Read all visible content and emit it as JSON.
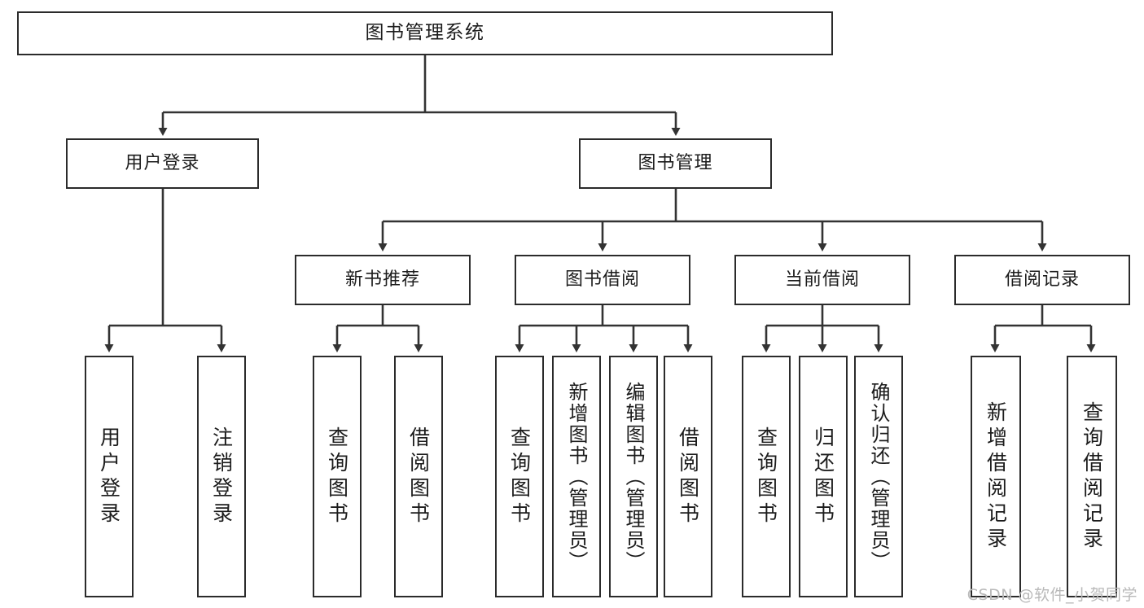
{
  "diagram": {
    "title": "图书管理系统",
    "type": "tree",
    "watermark": "CSDN @软件_小贺同学",
    "colors": {
      "box_border": "#2b2b2b",
      "box_fill": "#ffffff",
      "connector": "#333333",
      "text": "#1c1c1c",
      "watermark": "#b9b9b9"
    },
    "nodes": {
      "root": {
        "label": "图书管理系统",
        "level": 0
      },
      "level1": [
        {
          "label": "用户登录",
          "level": 1
        },
        {
          "label": "图书管理",
          "level": 1
        }
      ],
      "level2": [
        {
          "label": "新书推荐",
          "level": 2,
          "parent": "图书管理"
        },
        {
          "label": "图书借阅",
          "level": 2,
          "parent": "图书管理"
        },
        {
          "label": "当前借阅",
          "level": 2,
          "parent": "图书管理"
        },
        {
          "label": "借阅记录",
          "level": 2,
          "parent": "图书管理"
        }
      ],
      "leaves": {
        "user_login": [
          {
            "label": "用户登录"
          },
          {
            "label": "注销登录"
          }
        ],
        "new_book_recommend": [
          {
            "label": "查询图书"
          },
          {
            "label": "借阅图书"
          }
        ],
        "book_borrow": [
          {
            "label": "查询图书"
          },
          {
            "label": "新增图书（管理员）"
          },
          {
            "label": "编辑图书（管理员）"
          },
          {
            "label": "借阅图书"
          }
        ],
        "current_borrow": [
          {
            "label": "查询图书"
          },
          {
            "label": "归还图书"
          },
          {
            "label": "确认归还（管理员）"
          }
        ],
        "borrow_records": [
          {
            "label": "新增借阅记录"
          },
          {
            "label": "查询借阅记录"
          }
        ]
      }
    }
  }
}
